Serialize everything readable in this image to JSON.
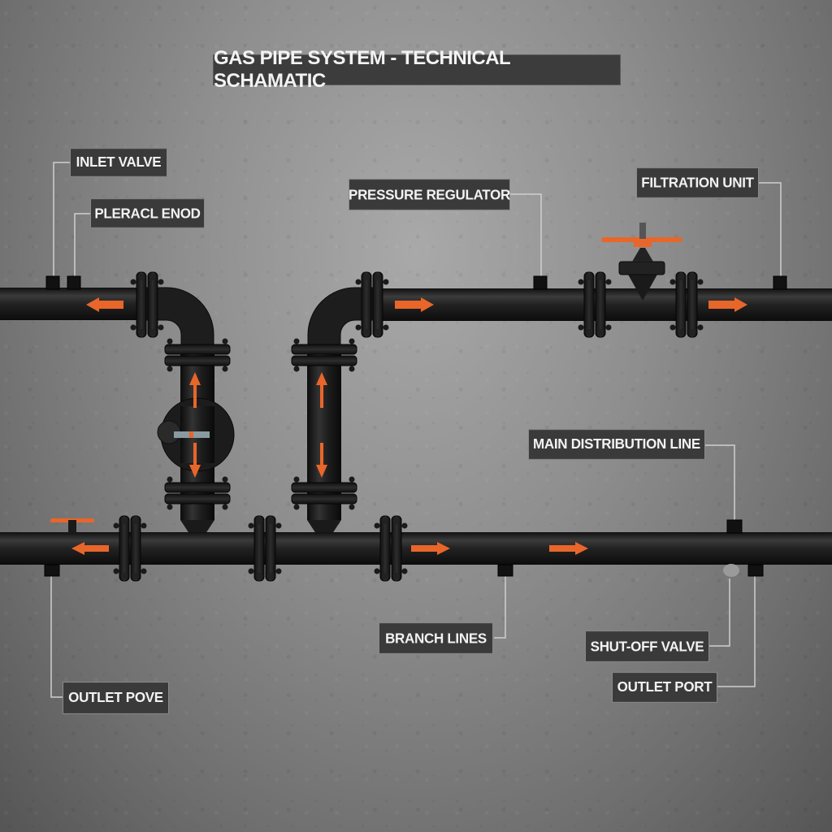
{
  "title": "GAS PIPE SYSTEM - TECHNICAL SCHAMATIC",
  "labels": {
    "inlet_valve": "INLET VALVE",
    "pleracl_enod": "PLERACL ENOD",
    "pressure_regulator": "PRESSURE REGULATOR",
    "filtration_unit": "FILTRATION UNIT",
    "main_distribution_line": "MAIN DISTRIBUTION LINE",
    "branch_lines": "BRANCH LINES",
    "shut_off_valve": "SHUT-OFF VALVE",
    "outlet_port": "OUTLET PORT",
    "outlet_pove": "OUTLET POVE"
  },
  "colors": {
    "pipe": "#1c1c1c",
    "pipe_highlight": "#3a3a3a",
    "flow_arrow": "#e8662a",
    "valve_handle": "#e8662a",
    "label_bg": "#3a3a3a",
    "label_border": "#8a8a8a",
    "leader_line": "#d0d0d0"
  },
  "flow_arrows": [
    {
      "location": "upper-left pipe",
      "direction": "left"
    },
    {
      "location": "upper-right pipe after elbow",
      "direction": "right"
    },
    {
      "location": "upper-right pipe end",
      "direction": "right"
    },
    {
      "location": "left riser top",
      "direction": "up"
    },
    {
      "location": "left riser bottom",
      "direction": "down"
    },
    {
      "location": "right riser top",
      "direction": "up"
    },
    {
      "location": "right riser bottom",
      "direction": "down"
    },
    {
      "location": "lower pipe left",
      "direction": "left"
    },
    {
      "location": "lower pipe center",
      "direction": "right"
    },
    {
      "location": "lower pipe right",
      "direction": "right"
    }
  ]
}
